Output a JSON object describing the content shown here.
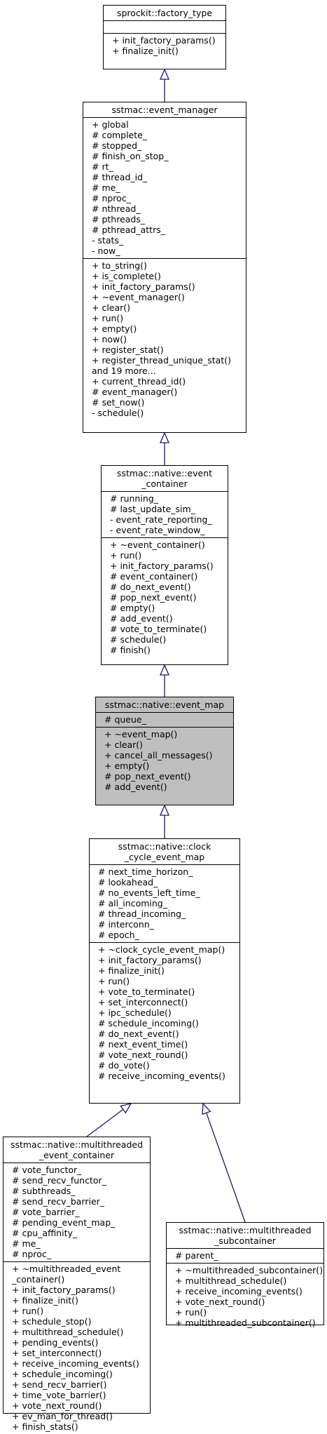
{
  "colors": {
    "edge": "#191970",
    "highlight": "#bfbfbf",
    "border": "#000000"
  },
  "classes": [
    {
      "id": "factory_type",
      "title": [
        "sprockit::factory_type"
      ],
      "attributes": [],
      "methods": [
        "+ init_factory_params()",
        "+ finalize_init()"
      ]
    },
    {
      "id": "event_manager",
      "title": [
        "sstmac::event_manager"
      ],
      "attributes": [
        "+ global",
        "# complete_",
        "# stopped_",
        "# finish_on_stop_",
        "# rt_",
        "# thread_id_",
        "# me_",
        "# nproc_",
        "# nthread_",
        "# pthreads_",
        "# pthread_attrs_",
        "- stats_",
        "- now_"
      ],
      "methods": [
        "+ to_string()",
        "+ is_complete()",
        "+ init_factory_params()",
        "+ ~event_manager()",
        "+ clear()",
        "+ run()",
        "+ empty()",
        "+ now()",
        "+ register_stat()",
        "+ register_thread_unique_stat()",
        "and 19 more...",
        "+ current_thread_id()",
        "# event_manager()",
        "# set_now()",
        "- schedule()"
      ]
    },
    {
      "id": "event_container",
      "title": [
        "sstmac::native::event",
        "_container"
      ],
      "attributes": [
        "# running_",
        "# last_update_sim_",
        "- event_rate_reporting_",
        "- event_rate_window_"
      ],
      "methods": [
        "+ ~event_container()",
        "+ run()",
        "+ init_factory_params()",
        "# event_container()",
        "# do_next_event()",
        "# pop_next_event()",
        "# empty()",
        "# add_event()",
        "# vote_to_terminate()",
        "# schedule()",
        "# finish()"
      ]
    },
    {
      "id": "event_map",
      "title": [
        "sstmac::native::event_map"
      ],
      "attributes": [
        "# queue_"
      ],
      "methods": [
        "+ ~event_map()",
        "+ clear()",
        "+ cancel_all_messages()",
        "+ empty()",
        "# pop_next_event()",
        "# add_event()"
      ]
    },
    {
      "id": "clock_cycle_event_map",
      "title": [
        "sstmac::native::clock",
        "_cycle_event_map"
      ],
      "attributes": [
        "# next_time_horizon_",
        "# lookahead_",
        "# no_events_left_time_",
        "# all_incoming_",
        "# thread_incoming_",
        "# interconn_",
        "# epoch_"
      ],
      "methods": [
        "+ ~clock_cycle_event_map()",
        "+ init_factory_params()",
        "+ finalize_init()",
        "+ run()",
        "+ vote_to_terminate()",
        "+ set_interconnect()",
        "+ ipc_schedule()",
        "# schedule_incoming()",
        "# do_next_event()",
        "# next_event_time()",
        "# vote_next_round()",
        "# do_vote()",
        "# receive_incoming_events()"
      ]
    },
    {
      "id": "multithreaded_event_container",
      "title": [
        "sstmac::native::multithreaded",
        "_event_container"
      ],
      "attributes": [
        "# vote_functor_",
        "# send_recv_functor_",
        "# subthreads_",
        "# send_recv_barrier_",
        "# vote_barrier_",
        "# pending_event_map_",
        "# cpu_affinity_",
        "# me_",
        "# nproc_"
      ],
      "methods": [
        "+ ~multithreaded_event",
        "_container()",
        "+ init_factory_params()",
        "+ finalize_init()",
        "+ run()",
        "+ schedule_stop()",
        "+ multithread_schedule()",
        "+ pending_events()",
        "+ set_interconnect()",
        "+ receive_incoming_events()",
        "+ schedule_incoming()",
        "+ send_recv_barrier()",
        "+ time_vote_barrier()",
        "+ vote_next_round()",
        "+ ev_man_for_thread()",
        "+ finish_stats()"
      ]
    },
    {
      "id": "multithreaded_subcontainer",
      "title": [
        "sstmac::native::multithreaded",
        "_subcontainer"
      ],
      "attributes": [
        "# parent_"
      ],
      "methods": [
        "+ ~multithreaded_subcontainer()",
        "+ multithread_schedule()",
        "+ receive_incoming_events()",
        "+ vote_next_round()",
        "+ run()",
        "+ multithreaded_subcontainer()"
      ]
    }
  ],
  "inheritance": [
    {
      "child": "event_manager",
      "parent": "factory_type"
    },
    {
      "child": "event_container",
      "parent": "event_manager"
    },
    {
      "child": "event_map",
      "parent": "event_container"
    },
    {
      "child": "clock_cycle_event_map",
      "parent": "event_map"
    },
    {
      "child": "multithreaded_event_container",
      "parent": "clock_cycle_event_map"
    },
    {
      "child": "multithreaded_subcontainer",
      "parent": "clock_cycle_event_map"
    }
  ]
}
